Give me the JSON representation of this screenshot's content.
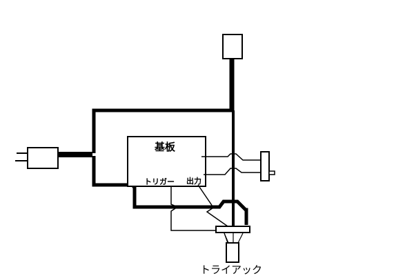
{
  "labels": {
    "board": "基板",
    "trigger": "トリガー",
    "output": "出力",
    "triac": "トライアック"
  },
  "colors": {
    "line": "#000000",
    "background": "#ffffff"
  }
}
